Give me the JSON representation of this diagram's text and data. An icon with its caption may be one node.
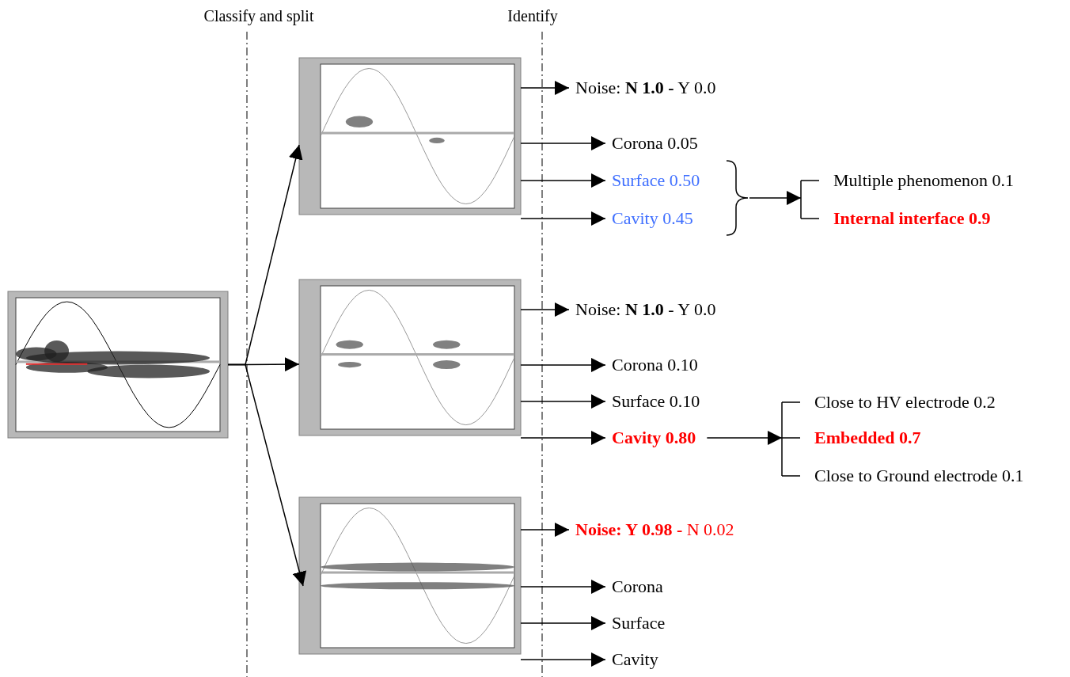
{
  "diagram": {
    "nodes": [
      {
        "text": [],
        "shape": "picture"
      },
      {
        "text": [],
        "shape": "picture"
      },
      {
        "text": [],
        "shape": "picture"
      },
      {
        "text": [],
        "shape": "picture"
      },
      {
        "text": [
          "Noise: **N 1.0 -** Y 0.0"
        ]
      },
      {
        "text": [
          "Corona 0.05"
        ]
      },
      {
        "text": [
          "Surface 0.50"
        ]
      },
      {
        "text": [
          "Cavity 0.45"
        ]
      },
      {
        "text": [],
        "shape": "brace"
      },
      {
        "text": [],
        "shape": "bracket"
      },
      {
        "text": [
          "Multiple phenomenon 0.1"
        ]
      },
      {
        "text": [
          "Internal interface 0.9"
        ]
      },
      {
        "text": [
          "Noise: **N 1.0** - Y 0.0"
        ]
      },
      {
        "text": [
          "Corona 0.10"
        ]
      },
      {
        "text": [
          "Surface 0.10"
        ]
      },
      {
        "text": [
          "Cavity 0.80"
        ]
      },
      {
        "text": [],
        "shape": "bracket"
      },
      {
        "text": [
          "Close to HV electrode 0.2"
        ]
      },
      {
        "text": [
          "Embedded 0.7"
        ]
      },
      {
        "text": [
          "Close to Ground electrode 0.1"
        ]
      },
      {
        "text": [
          "**Noise: Y 0.98 -** N 0.02"
        ]
      },
      {
        "text": [
          "Corona"
        ]
      },
      {
        "text": [
          "Surface"
        ]
      },
      {
        "text": [
          "Cavity"
        ]
      }
    ],
    "edges": [
      {
        "from": 0,
        "to": 1,
        "arrow": "to"
      },
      {
        "from": 0,
        "to": 2,
        "arrow": "to"
      },
      {
        "from": 0,
        "to": 3,
        "arrow": "to"
      },
      {
        "from": 1,
        "to": 4,
        "arrow": "to"
      },
      {
        "from": 1,
        "to": 5,
        "arrow": "to"
      },
      {
        "from": 1,
        "to": 6,
        "arrow": "to"
      },
      {
        "from": 1,
        "to": 7,
        "arrow": "to"
      },
      {
        "from": 8,
        "to": 9,
        "arrow": "to"
      },
      {
        "from": 9,
        "to": 10,
        "arrow": "none"
      },
      {
        "from": 9,
        "to": 11,
        "arrow": "none"
      },
      {
        "from": 2,
        "to": 12,
        "arrow": "to"
      },
      {
        "from": 2,
        "to": 13,
        "arrow": "to"
      },
      {
        "from": 2,
        "to": 14,
        "arrow": "to"
      },
      {
        "from": 2,
        "to": 15,
        "arrow": "to"
      },
      {
        "from": 15,
        "to": 16,
        "arrow": "to"
      },
      {
        "from": 16,
        "to": 17,
        "arrow": "none"
      },
      {
        "from": 16,
        "to": 18,
        "arrow": "none"
      },
      {
        "from": 16,
        "to": 19,
        "arrow": "none"
      },
      {
        "from": 3,
        "to": 20,
        "arrow": "to"
      },
      {
        "from": 3,
        "to": 21,
        "arrow": "to"
      },
      {
        "from": 3,
        "to": 22,
        "arrow": "to"
      },
      {
        "from": 3,
        "to": 23,
        "arrow": "to"
      }
    ],
    "labels": [
      "Classify and split",
      "Identify"
    ]
  }
}
